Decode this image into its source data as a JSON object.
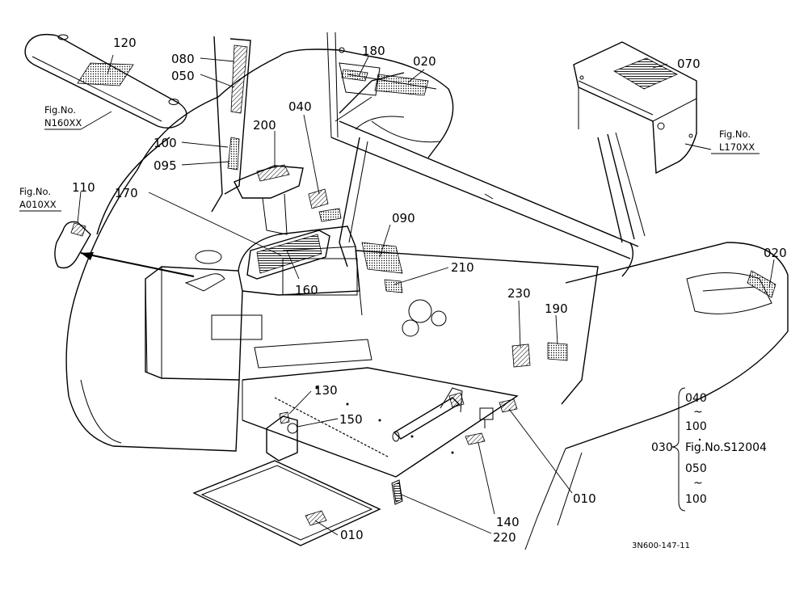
{
  "callouts": {
    "c120": "120",
    "c080": "080",
    "c050": "050",
    "c180": "180",
    "c020a": "020",
    "c070": "070",
    "c040": "040",
    "c200": "200",
    "c100": "100",
    "c095": "095",
    "c110": "110",
    "c170": "170",
    "c090": "090",
    "c210": "210",
    "c160": "160",
    "c230": "230",
    "c190": "190",
    "c020b": "020",
    "c130": "130",
    "c150": "150",
    "c010a": "010",
    "c140": "140",
    "c220": "220",
    "c010b": "010"
  },
  "figrefs": {
    "n160_label": "Fig.No.",
    "n160_code": "N160XX",
    "a010_label": "Fig.No.",
    "a010_code": "A010XX",
    "l170_label": "Fig.No.",
    "l170_code": "L170XX"
  },
  "group030": {
    "id": "030",
    "range1_start": "040",
    "range1_tilde": "~",
    "range1_end": "100",
    "fig_ref": "Fig.No.S12004",
    "range2_start": "050",
    "range2_tilde": "~",
    "range2_end": "100"
  },
  "drawing_code": "3N600-147-11"
}
